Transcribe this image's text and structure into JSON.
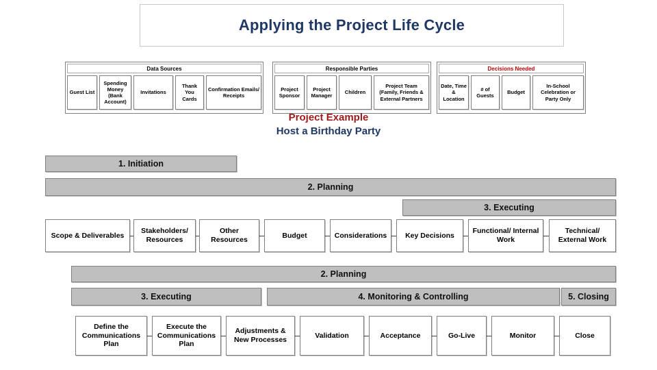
{
  "title": "Applying the Project Life Cycle",
  "colors": {
    "title_navy": "#1F3864",
    "accent_red": "#C00000",
    "phase_gray": "#BFBFBF",
    "box_border": "#7f7f7f"
  },
  "categories": [
    {
      "header": "Data Sources",
      "header_color": "black",
      "items": [
        "Guest List",
        "Spending Money (Bank Account)",
        "Invitations",
        "Thank You Cards",
        "Confirmation Emails/ Receipts"
      ]
    },
    {
      "header": "Responsible Parties",
      "header_color": "black",
      "items": [
        "Project Sponsor",
        "Project Manager",
        "Children",
        "Project Team (Family, Friends & External Partners"
      ]
    },
    {
      "header": "Decisions Needed",
      "header_color": "red",
      "items": [
        "Date, Time & Location",
        "# of Guests",
        "Budget",
        "In-School Celebration or Party Only"
      ]
    }
  ],
  "project_example": {
    "label": "Project Example",
    "name": "Host a Birthday Party"
  },
  "upper_phases": [
    {
      "label": "1. Initiation"
    },
    {
      "label": "2. Planning"
    },
    {
      "label": "3. Executing"
    }
  ],
  "upper_steps": [
    "Scope & Deliverables",
    "Stakeholders/ Resources",
    "Other Resources",
    "Budget",
    "Considerations",
    "Key Decisions",
    "Functional/ Internal Work",
    "Technical/ External Work"
  ],
  "lower_phases": [
    {
      "label": "2. Planning"
    },
    {
      "label": "3. Executing"
    },
    {
      "label": "4. Monitoring & Controlling"
    },
    {
      "label": "5. Closing"
    }
  ],
  "lower_steps": [
    "Define the Communications Plan",
    "Execute the Communications Plan",
    "Adjustments & New Processes",
    "Validation",
    "Acceptance",
    "Go-Live",
    "Monitor",
    "Close"
  ]
}
